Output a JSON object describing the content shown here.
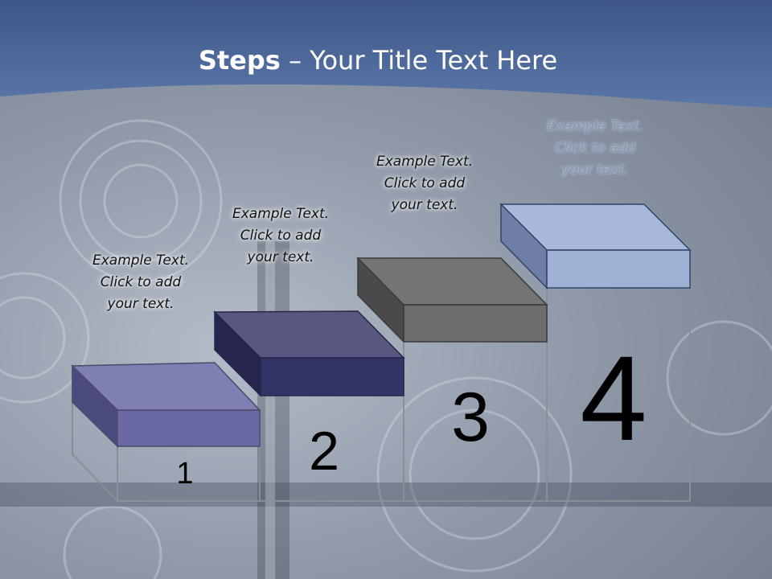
{
  "title": {
    "bold": "Steps",
    "rest": " – Your Title Text Here"
  },
  "steps": [
    {
      "number": "1",
      "caption": [
        "Example Text.",
        "Click  to add",
        "your text."
      ],
      "color": "#6a69a3"
    },
    {
      "number": "2",
      "caption": [
        "Example Text.",
        "Click  to add",
        "your text."
      ],
      "color": "#333466"
    },
    {
      "number": "3",
      "caption": [
        "Example Text.",
        "Click  to add",
        "your text."
      ],
      "color": "#6d6d6d"
    },
    {
      "number": "4",
      "caption": [
        "Example Text.",
        "Click  to add",
        "your text."
      ],
      "color": "#9fb1d3"
    }
  ],
  "colors": {
    "header": "#4f6a9c",
    "outline": "#8a8e96"
  }
}
